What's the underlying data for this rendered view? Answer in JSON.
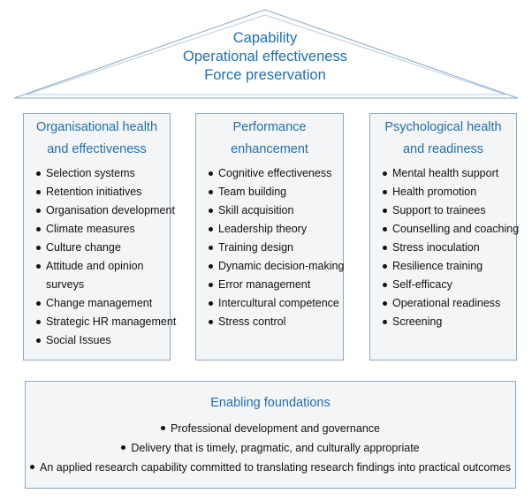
{
  "roof": {
    "lines": [
      "Capability",
      "Operational effectiveness",
      "Force preservation"
    ]
  },
  "pillars": [
    {
      "title_lines": [
        "Organisational health",
        "and effectiveness"
      ],
      "items": [
        [
          "Selection systems"
        ],
        [
          "Retention initiatives"
        ],
        [
          "Organisation development"
        ],
        [
          "Climate measures"
        ],
        [
          "Culture change"
        ],
        [
          "Attitude and opinion",
          "surveys"
        ],
        [
          "Change management"
        ],
        [
          "Strategic HR management"
        ],
        [
          "Social Issues"
        ]
      ]
    },
    {
      "title_lines": [
        "Performance",
        "enhancement"
      ],
      "items": [
        [
          "Cognitive effectiveness"
        ],
        [
          "Team building"
        ],
        [
          "Skill acquisition"
        ],
        [
          "Leadership theory"
        ],
        [
          "Training design"
        ],
        [
          "Dynamic decision-making"
        ],
        [
          "Error management"
        ],
        [
          "Intercultural competence"
        ],
        [
          "Stress control"
        ]
      ]
    },
    {
      "title_lines": [
        "Psychological health",
        "and readiness"
      ],
      "items": [
        [
          "Mental health support"
        ],
        [
          "Health promotion"
        ],
        [
          "Support to trainees"
        ],
        [
          "Counselling and coaching"
        ],
        [
          "Stress inoculation"
        ],
        [
          "Resilience training"
        ],
        [
          "Self-efficacy"
        ],
        [
          "Operational readiness"
        ],
        [
          "Screening"
        ]
      ]
    }
  ],
  "foundation": {
    "title": "Enabling foundations",
    "items": [
      "Professional development and governance",
      "Delivery that is timely, pragmatic, and culturally appropriate",
      "An applied research capability committed to translating research findings into practical outcomes"
    ]
  },
  "colors": {
    "accent_text": "#1f6fb0",
    "border": "#8aa9c6",
    "fill": "#f4f5f7"
  }
}
